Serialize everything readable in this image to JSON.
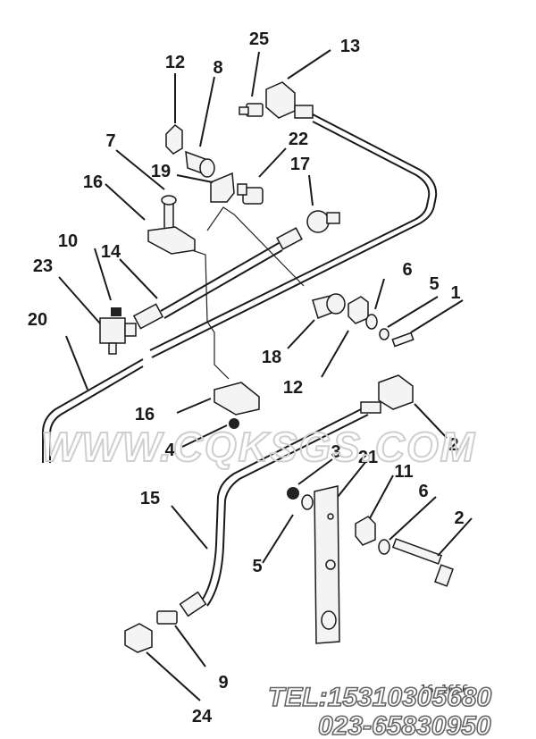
{
  "callouts": [
    {
      "id": "25",
      "label": "25"
    },
    {
      "id": "13",
      "label": "13"
    },
    {
      "id": "12a",
      "label": "12"
    },
    {
      "id": "8",
      "label": "8"
    },
    {
      "id": "22",
      "label": "22"
    },
    {
      "id": "7",
      "label": "7"
    },
    {
      "id": "19",
      "label": "19"
    },
    {
      "id": "17",
      "label": "17"
    },
    {
      "id": "16a",
      "label": "16"
    },
    {
      "id": "10",
      "label": "10"
    },
    {
      "id": "14",
      "label": "14"
    },
    {
      "id": "23",
      "label": "23"
    },
    {
      "id": "6a",
      "label": "6"
    },
    {
      "id": "5a",
      "label": "5"
    },
    {
      "id": "1",
      "label": "1"
    },
    {
      "id": "20",
      "label": "20"
    },
    {
      "id": "18",
      "label": "18"
    },
    {
      "id": "12b",
      "label": "12"
    },
    {
      "id": "16b",
      "label": "16"
    },
    {
      "id": "4",
      "label": "4"
    },
    {
      "id": "2a",
      "label": "2"
    },
    {
      "id": "3",
      "label": "3"
    },
    {
      "id": "21",
      "label": "21"
    },
    {
      "id": "11",
      "label": "11"
    },
    {
      "id": "15",
      "label": "15"
    },
    {
      "id": "6b",
      "label": "6"
    },
    {
      "id": "2b",
      "label": "2"
    },
    {
      "id": "5b",
      "label": "5"
    },
    {
      "id": "9",
      "label": "9"
    },
    {
      "id": "24",
      "label": "24"
    }
  ],
  "watermark": "WWW.CQKSGS.COM",
  "contact": {
    "tel": "TEL:15310305680",
    "phone2": "023-65830950"
  },
  "drawing_code": "16 1656"
}
